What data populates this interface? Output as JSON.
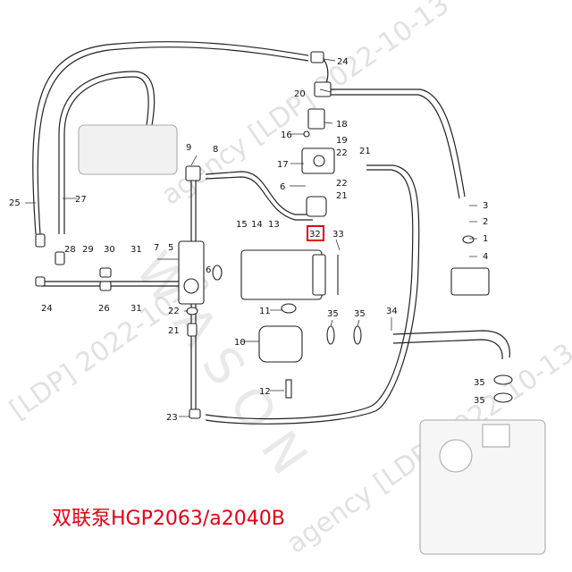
{
  "caption": "双联泵HGP2063/a2040B",
  "highlight_label": "32",
  "highlight_color": "#e60012",
  "watermark": {
    "line1": "agency [LDP] 2022-10-13",
    "line2": "[LDP] 2022-10-13",
    "line3": "agency [LDP] 2022-10-13",
    "brand": "W A S O N"
  },
  "callouts": [
    "24",
    "20",
    "18",
    "16",
    "19",
    "22",
    "17",
    "21",
    "22",
    "21",
    "6",
    "9",
    "8",
    "3",
    "2",
    "1",
    "4",
    "15",
    "14",
    "13",
    "33",
    "7",
    "5",
    "6",
    "28",
    "29",
    "30",
    "31",
    "25",
    "27",
    "24",
    "26",
    "31",
    "11",
    "22",
    "21",
    "10",
    "35",
    "35",
    "34",
    "35",
    "35",
    "12",
    "23"
  ]
}
